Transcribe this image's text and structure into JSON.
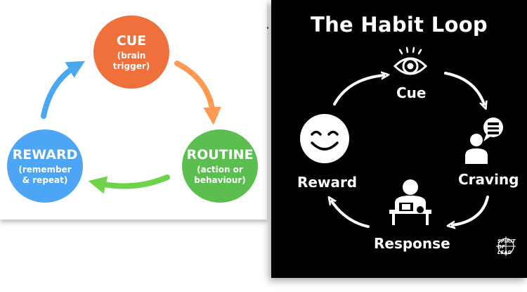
{
  "left_diagram": {
    "cue": {
      "title": "CUE",
      "sub1": "(brain",
      "sub2": "trigger)",
      "color": "#F0703C"
    },
    "routine": {
      "title": "ROUTINE",
      "sub1": "(action or",
      "sub2": "behaviour)",
      "color": "#5BBF4F"
    },
    "reward": {
      "title": "REWARD",
      "sub1": "(remember",
      "sub2": "& repeat)",
      "color": "#4DA6F5"
    },
    "arrow_colors": {
      "cue_to_routine": "#FF9A55",
      "routine_to_reward": "#6ED24A",
      "reward_to_cue": "#4AA8F0"
    }
  },
  "right_diagram": {
    "title": "The Habit Loop",
    "labels": {
      "cue": "Cue",
      "craving": "Craving",
      "response": "Response",
      "reward": "Reward"
    },
    "icons": {
      "cue": "eye-icon",
      "craving": "thinking-person-icon",
      "response": "person-at-desk-icon",
      "reward": "smiley-face-icon"
    },
    "brand": {
      "line1": "SPIRIT",
      "line2": "OF",
      "line3": "LEAD"
    },
    "background": "#000000"
  }
}
